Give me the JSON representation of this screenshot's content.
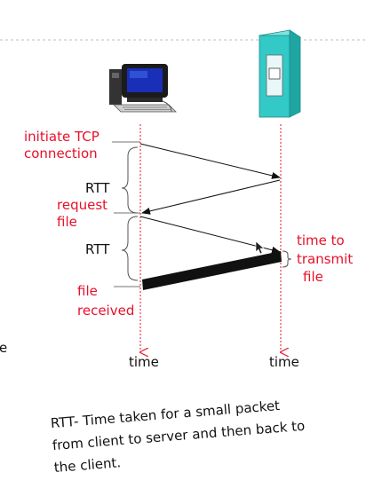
{
  "labels": {
    "initiate_line1": "initiate TCP",
    "initiate_line2": "connection",
    "rtt_1": "RTT",
    "request_line1": "request",
    "request_line2": "file",
    "rtt_2": "RTT",
    "time_to_line1": "time to",
    "time_to_line2": "transmit",
    "time_to_line3": "file",
    "received_line1": "file",
    "received_line2": "received",
    "time_client": "time",
    "time_server": "time"
  },
  "caption": {
    "line1": "RTT- Time taken for a small packet",
    "line2": "from client to server and then back to",
    "line3": "the client."
  },
  "edge_fragment": "e",
  "icons": {
    "client": "desktop-computer-icon",
    "server": "server-tower-icon"
  },
  "colors": {
    "annotation": "#e8102a",
    "timeline": "#e8102a",
    "arrow": "#111111",
    "server_body": "#33c9c6",
    "monitor_body": "#1b1b1b",
    "monitor_screen": "#1a2fb8"
  }
}
